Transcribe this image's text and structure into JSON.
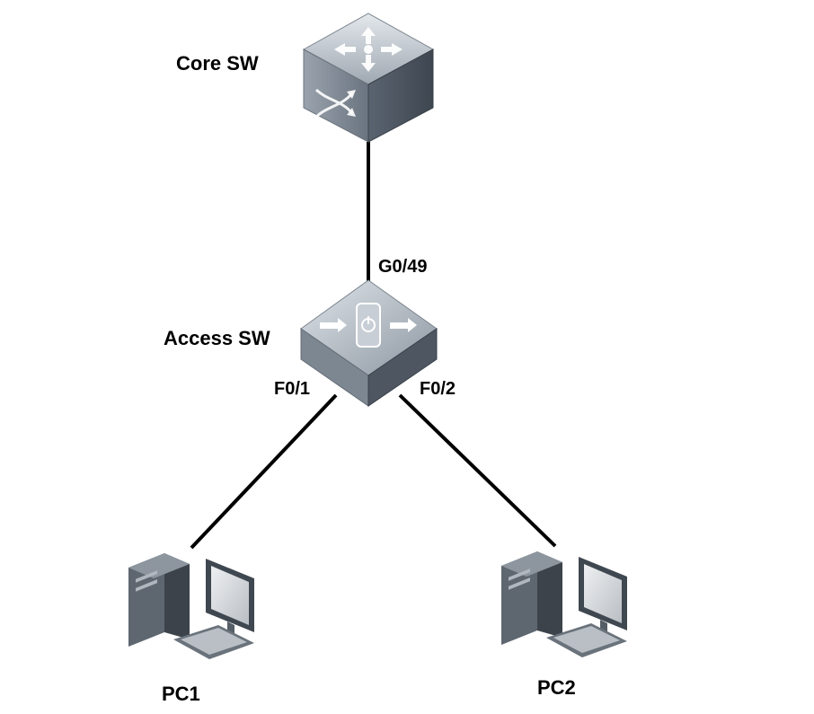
{
  "diagram": {
    "nodes": {
      "core": {
        "label": "Core SW",
        "icon": "layer3-switch-icon"
      },
      "access": {
        "label": "Access SW",
        "icon": "access-switch-icon"
      },
      "pc1": {
        "label": "PC1",
        "icon": "desktop-computer-icon"
      },
      "pc2": {
        "label": "PC2",
        "icon": "desktop-computer-icon"
      }
    },
    "links": [
      {
        "from": "core",
        "to": "access",
        "port": "G0/49"
      },
      {
        "from": "access",
        "to": "pc1",
        "port": "F0/1"
      },
      {
        "from": "access",
        "to": "pc2",
        "port": "F0/2"
      }
    ],
    "colors": {
      "device_top": "#c3cad2",
      "device_side": "#56606c",
      "link": "#000000"
    }
  }
}
